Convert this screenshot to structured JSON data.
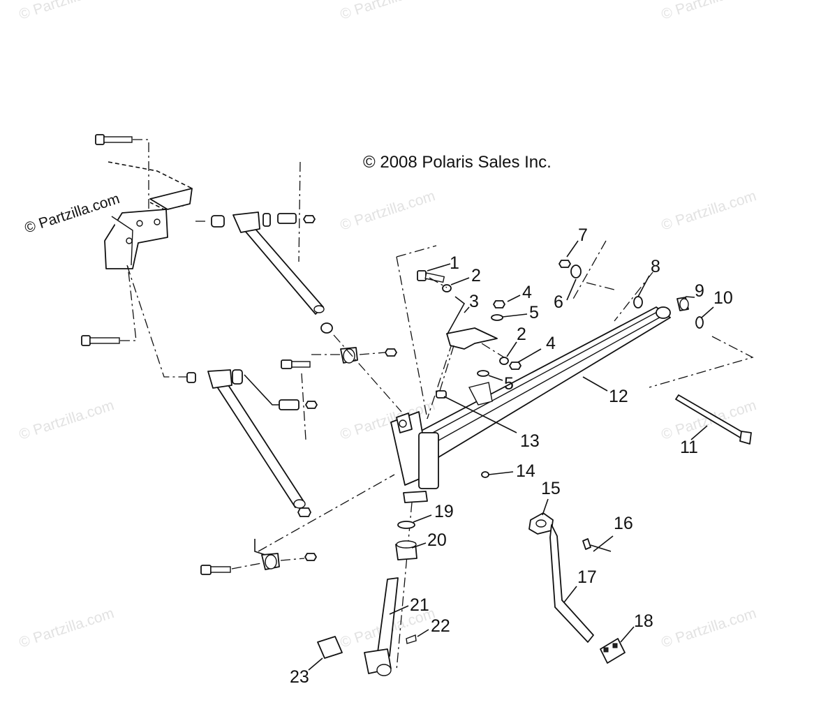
{
  "copyright": "© 2008 Polaris Sales Inc.",
  "watermark": "© Partzilla.com",
  "callouts": [
    {
      "id": "1",
      "label": "1"
    },
    {
      "id": "2a",
      "label": "2"
    },
    {
      "id": "3",
      "label": "3"
    },
    {
      "id": "4a",
      "label": "4"
    },
    {
      "id": "5a",
      "label": "5"
    },
    {
      "id": "2b",
      "label": "2"
    },
    {
      "id": "4b",
      "label": "4"
    },
    {
      "id": "5b",
      "label": "5"
    },
    {
      "id": "6",
      "label": "6"
    },
    {
      "id": "7",
      "label": "7"
    },
    {
      "id": "8",
      "label": "8"
    },
    {
      "id": "9",
      "label": "9"
    },
    {
      "id": "10",
      "label": "10"
    },
    {
      "id": "11",
      "label": "11"
    },
    {
      "id": "12",
      "label": "12"
    },
    {
      "id": "13",
      "label": "13"
    },
    {
      "id": "14",
      "label": "14"
    },
    {
      "id": "15",
      "label": "15"
    },
    {
      "id": "16",
      "label": "16"
    },
    {
      "id": "17",
      "label": "17"
    },
    {
      "id": "18",
      "label": "18"
    },
    {
      "id": "19",
      "label": "19"
    },
    {
      "id": "20",
      "label": "20"
    },
    {
      "id": "21",
      "label": "21"
    },
    {
      "id": "22",
      "label": "22"
    },
    {
      "id": "23",
      "label": "23"
    }
  ]
}
